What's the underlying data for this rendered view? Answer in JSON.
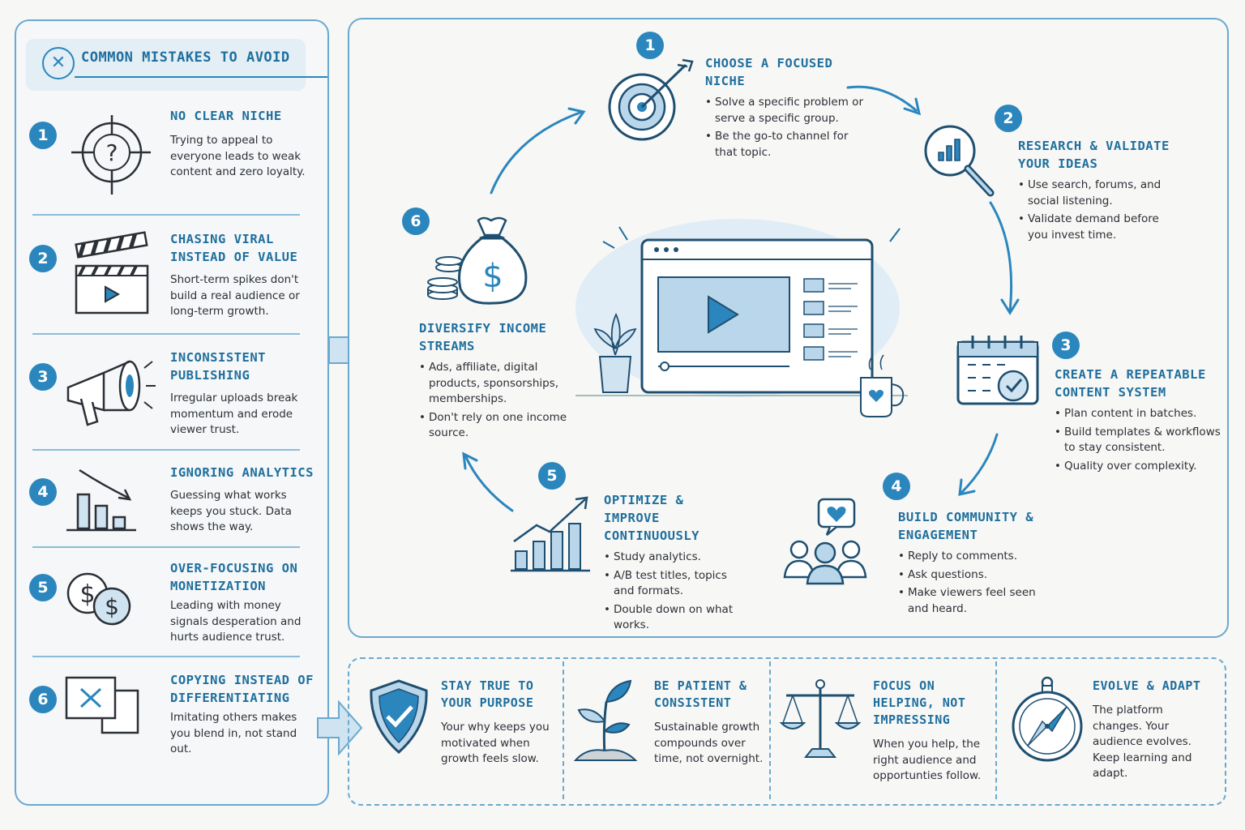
{
  "mistakes": {
    "title": "COMMON MISTAKES TO AVOID",
    "items": [
      {
        "num": "1",
        "title": "NO CLEAR NICHE",
        "desc": "Trying to appeal to everyone leads to weak content and zero loyalty.",
        "icon": "crosshair-question-icon"
      },
      {
        "num": "2",
        "title": "CHASING VIRAL INSTEAD OF VALUE",
        "desc": "Short-term spikes don't build a real audience or long-term growth.",
        "icon": "clapperboard-icon"
      },
      {
        "num": "3",
        "title": "INCONSISTENT PUBLISHING",
        "desc": "Irregular uploads break momentum and erode viewer trust.",
        "icon": "megaphone-icon"
      },
      {
        "num": "4",
        "title": "IGNORING ANALYTICS",
        "desc": "Guessing what works keeps you stuck. Data shows the way.",
        "icon": "declining-chart-icon"
      },
      {
        "num": "5",
        "title": "OVER-FOCUSING ON MONETIZATION",
        "desc": "Leading with money signals desperation and hurts audience trust.",
        "icon": "dollar-coins-icon"
      },
      {
        "num": "6",
        "title": "COPYING INSTEAD OF DIFFERENTIATING",
        "desc": "Imitating others makes you blend in, not stand out.",
        "icon": "copy-icon"
      }
    ]
  },
  "steps": [
    {
      "num": "1",
      "title": "CHOOSE A FOCUSED NICHE",
      "bullets": [
        "Solve a specific problem or serve a specific group.",
        "Be the go-to channel for that topic."
      ],
      "icon": "target-icon"
    },
    {
      "num": "2",
      "title": "RESEARCH & VALIDATE YOUR IDEAS",
      "bullets": [
        "Use search, forums, and social listening.",
        "Validate demand before you invest time."
      ],
      "icon": "magnifier-chart-icon"
    },
    {
      "num": "3",
      "title": "CREATE A REPEATABLE CONTENT SYSTEM",
      "bullets": [
        "Plan content in batches.",
        "Build templates & workflows to stay consistent.",
        "Quality over complexity."
      ],
      "icon": "calendar-check-icon"
    },
    {
      "num": "4",
      "title": "BUILD COMMUNITY & ENGAGEMENT",
      "bullets": [
        "Reply to comments.",
        "Ask questions.",
        "Make viewers feel seen and heard."
      ],
      "icon": "community-heart-icon"
    },
    {
      "num": "5",
      "title": "OPTIMIZE & IMPROVE CONTINUOUSLY",
      "bullets": [
        "Study analytics.",
        "A/B test titles, topics and formats.",
        "Double down on what works."
      ],
      "icon": "growth-chart-icon"
    },
    {
      "num": "6",
      "title": "DIVERSIFY INCOME STREAMS",
      "bullets": [
        "Ads, affiliate, digital products, sponsorships, memberships.",
        "Don't rely on one income source."
      ],
      "icon": "money-bag-icon"
    }
  ],
  "principles": [
    {
      "title": "STAY TRUE TO YOUR PURPOSE",
      "desc": "Your why keeps you motivated when growth feels slow.",
      "icon": "shield-check-icon"
    },
    {
      "title": "BE PATIENT & CONSISTENT",
      "desc": "Sustainable growth compounds over time, not overnight.",
      "icon": "sprout-icon"
    },
    {
      "title": "FOCUS ON HELPING, NOT IMPRESSING",
      "desc": "When you help, the right audience and opportunties follow.",
      "icon": "scales-icon"
    },
    {
      "title": "EVOLVE & ADAPT",
      "desc": "The platform changes. Your audience evolves. Keep learning and adapt.",
      "icon": "compass-icon"
    }
  ],
  "colors": {
    "accent": "#2a86bd",
    "title_text": "#1f6f9e",
    "light_fill": "#cfe3f0",
    "border": "#6aa9cf"
  }
}
